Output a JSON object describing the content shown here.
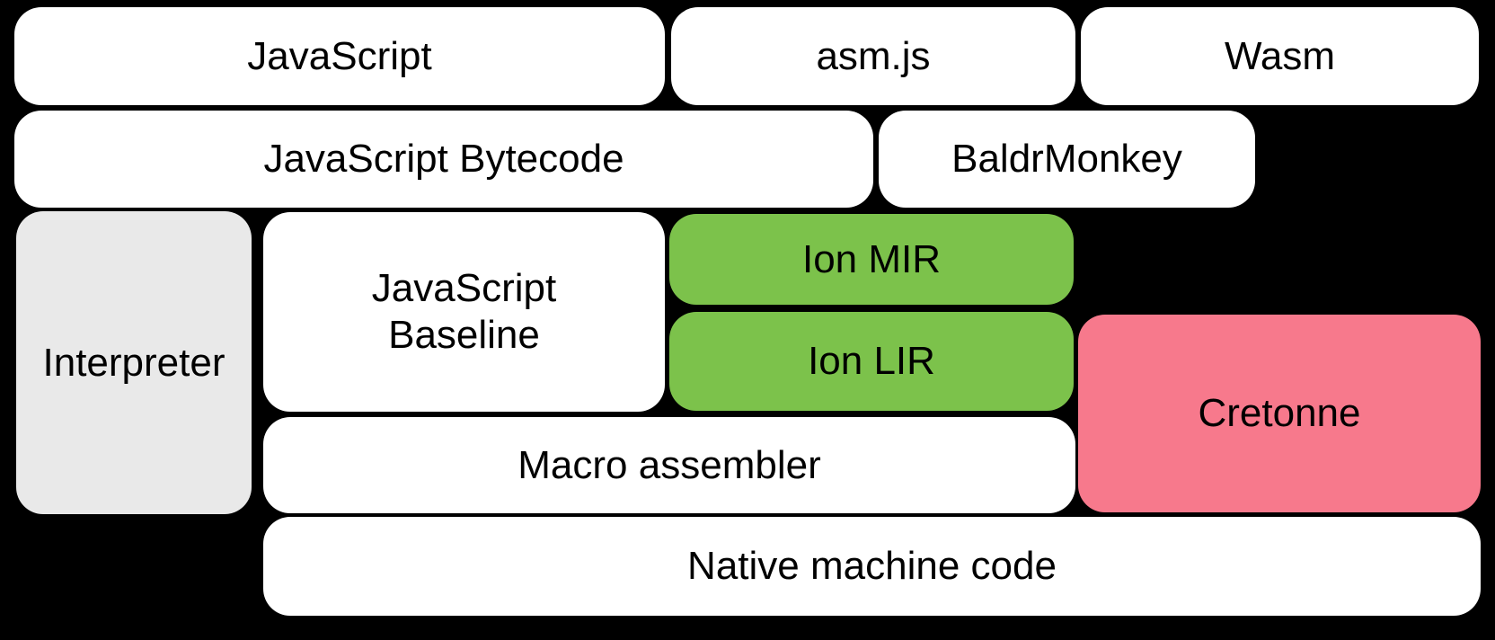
{
  "colors": {
    "background": "#000000",
    "box_white": "#ffffff",
    "box_gray": "#e9e9e9",
    "box_green": "#7cc24b",
    "box_pink": "#f7798c",
    "text": "#000000"
  },
  "diagram": {
    "nodes": {
      "javascript": {
        "label": "JavaScript"
      },
      "asmjs": {
        "label": "asm.js"
      },
      "wasm": {
        "label": "Wasm"
      },
      "bytecode": {
        "label": "JavaScript Bytecode"
      },
      "baldrmonkey": {
        "label": "BaldrMonkey"
      },
      "interpreter": {
        "label": "Interpreter"
      },
      "baseline": {
        "label": "JavaScript\nBaseline"
      },
      "ion_mir": {
        "label": "Ion MIR"
      },
      "ion_lir": {
        "label": "Ion LIR"
      },
      "cretonne": {
        "label": "Cretonne"
      },
      "macro_asm": {
        "label": "Macro assembler"
      },
      "native_code": {
        "label": "Native machine code"
      }
    }
  }
}
